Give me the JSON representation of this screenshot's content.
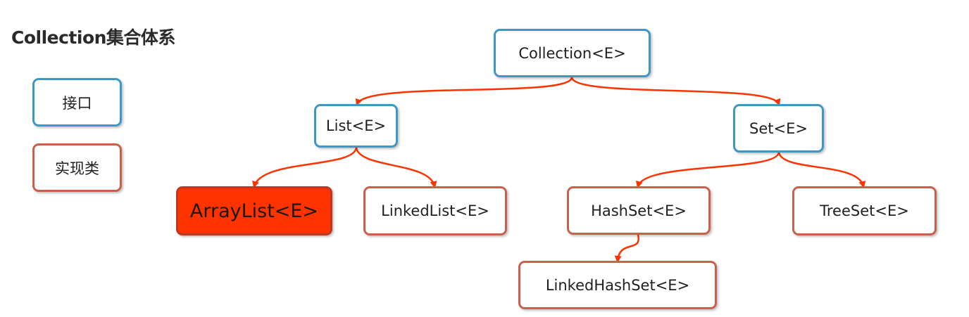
{
  "title": "Collection集合体系",
  "legend": {
    "interface_label": "接口",
    "impl_label": "实现类"
  },
  "nodes": {
    "collection": "Collection<E>",
    "list": "List<E>",
    "set": "Set<E>",
    "arraylist": "ArrayList<E>",
    "linkedlist": "LinkedList<E>",
    "hashset": "HashSet<E>",
    "treeset": "TreeSet<E>",
    "linkedhashset": "LinkedHashSet<E>"
  },
  "colors": {
    "interface_border": "#3e98c4",
    "impl_border": "#c9604a",
    "arrow": "#ff3300",
    "highlight_fill": "#ff3300"
  }
}
